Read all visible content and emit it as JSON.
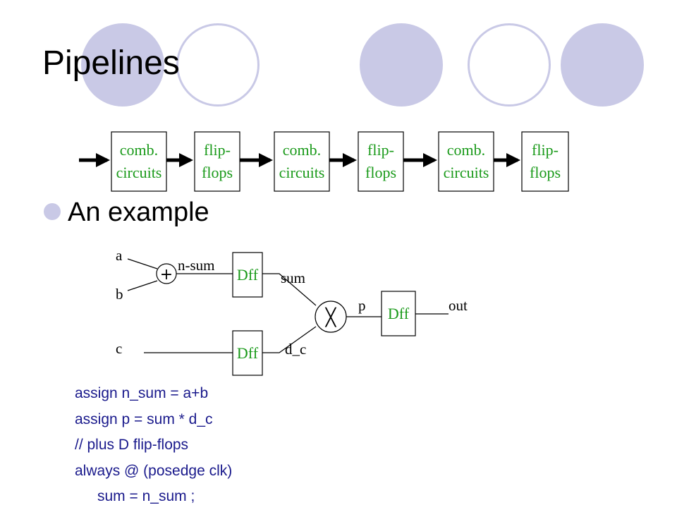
{
  "title": "Pipelines",
  "bullet": "An example",
  "colors": {
    "dot": "#c9c9e6",
    "green": "#1a9a1a",
    "code": "#1a1a8c"
  },
  "pipeline": [
    {
      "kind": "comb",
      "line1": "comb.",
      "line2": "circuits"
    },
    {
      "kind": "ff",
      "line1": "flip-",
      "line2": "flops"
    },
    {
      "kind": "comb",
      "line1": "comb.",
      "line2": "circuits"
    },
    {
      "kind": "ff",
      "line1": "flip-",
      "line2": "flops"
    },
    {
      "kind": "comb",
      "line1": "comb.",
      "line2": "circuits"
    },
    {
      "kind": "ff",
      "line1": "flip-",
      "line2": "flops"
    }
  ],
  "circuit": {
    "inputs": {
      "a": "a",
      "b": "b",
      "c": "c"
    },
    "adder_symbol": "+",
    "multiplier_symbol": "╳",
    "dff_label": "Dff",
    "wires": {
      "n_sum": "n-sum",
      "sum": "sum",
      "d_c": "d_c",
      "p": "p",
      "out": "out"
    }
  },
  "code": [
    "assign n_sum = a+b",
    "assign p = sum * d_c",
    "// plus D flip-flops",
    "always @ (posedge clk)",
    "sum = n_sum ;"
  ]
}
